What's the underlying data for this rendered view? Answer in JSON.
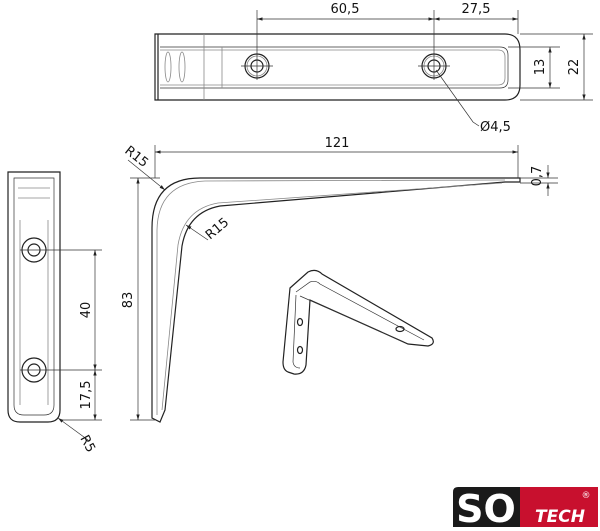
{
  "top_view": {
    "dim_hole_spacing": "60,5",
    "dim_hole_to_end": "27,5",
    "dim_inner_width": "13",
    "dim_width": "22",
    "dim_hole_diameter": "Ø4,5"
  },
  "side_view": {
    "dim_length": "121",
    "dim_outer_radius": "R15",
    "dim_inner_radius": "R15",
    "dim_height": "83",
    "dim_thickness": "0,7"
  },
  "front_view": {
    "dim_hole_spacing": "40",
    "dim_hole_to_bottom": "17,5",
    "dim_corner_radius": "R5"
  },
  "logo": {
    "text_main": "SO",
    "text_sub": "TECH",
    "registered": "®",
    "colors": {
      "dark": "#1a1a1a",
      "red": "#c8102e"
    }
  }
}
